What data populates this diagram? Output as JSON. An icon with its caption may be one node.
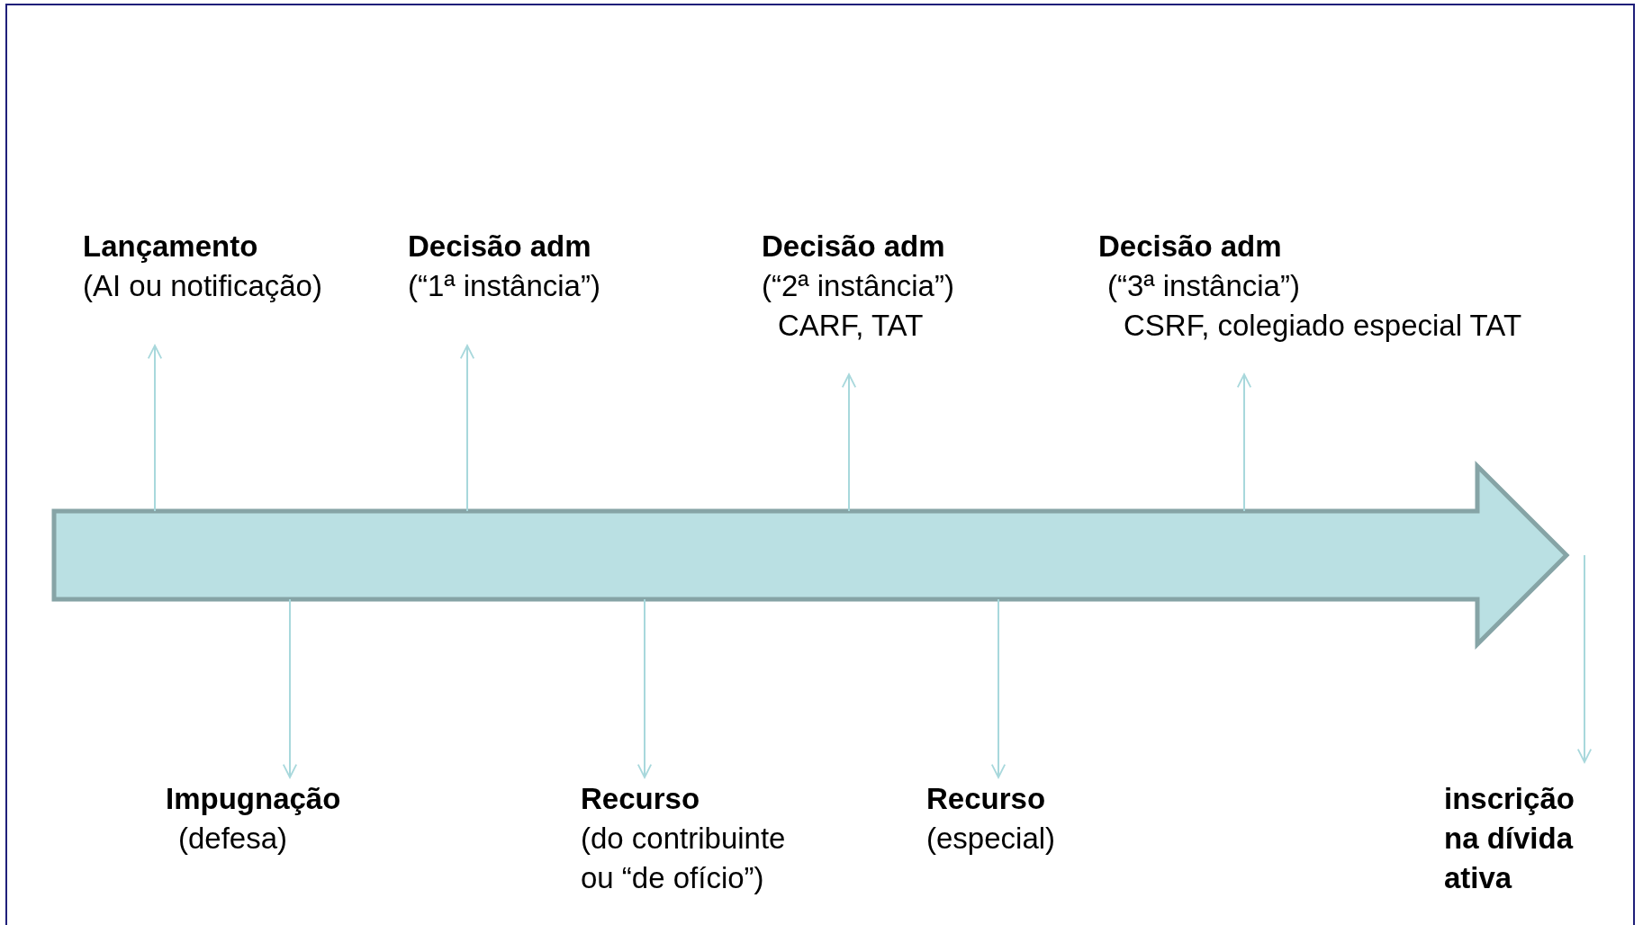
{
  "diagram": {
    "nodes": [
      {
        "text": [],
        "shape": "arrow"
      },
      {
        "text": [
          "Lançamento",
          "(AI ou notificação)"
        ]
      },
      {
        "text": [
          "Decisão adm",
          "(“1ª instância”)"
        ]
      },
      {
        "text": [
          "Decisão adm",
          "(“2ª instância”)",
          "CARF, TAT"
        ]
      },
      {
        "text": [
          "Decisão adm",
          "(“3ª instância”)",
          "CSRF, colegiado especial TAT"
        ]
      },
      {
        "text": [
          "Impugnação",
          "(defesa)"
        ]
      },
      {
        "text": [
          "Recurso",
          "(do contribuinte ou “de ofício”)"
        ]
      },
      {
        "text": [
          "Recurso",
          "(especial)"
        ]
      },
      {
        "text": [
          "inscrição na dívida ativa"
        ]
      }
    ],
    "edges": [
      {
        "from": 0,
        "to": 1,
        "arrow": "to"
      },
      {
        "from": 0,
        "to": 2,
        "arrow": "to"
      },
      {
        "from": 0,
        "to": 3,
        "arrow": "to"
      },
      {
        "from": 0,
        "to": 4,
        "arrow": "to"
      },
      {
        "from": 0,
        "to": 5,
        "arrow": "to"
      },
      {
        "from": 0,
        "to": 6,
        "arrow": "to"
      },
      {
        "from": 0,
        "to": 7,
        "arrow": "to"
      },
      {
        "from": 0,
        "to": 8,
        "arrow": "to"
      }
    ]
  }
}
